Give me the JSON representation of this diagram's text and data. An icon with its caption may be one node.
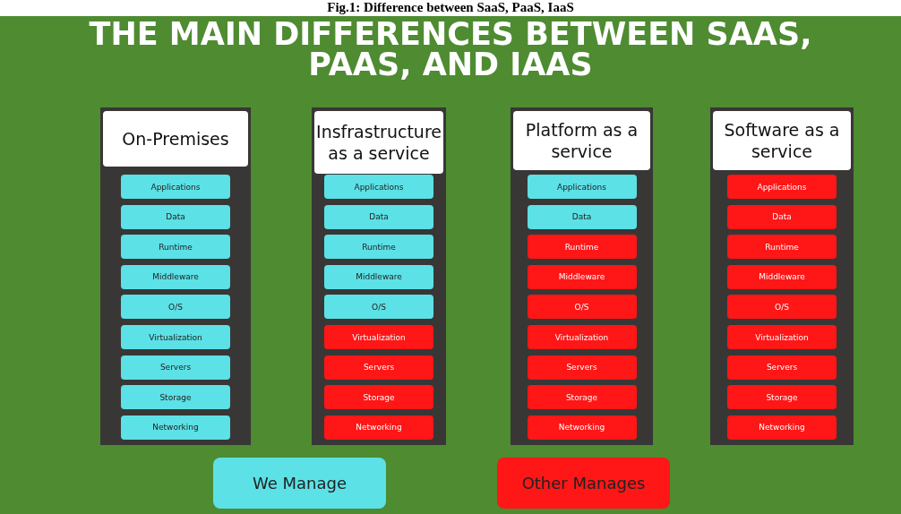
{
  "diagram": {
    "title": "THE MAIN DIFFERENCES BETWEEN SAAS, PAAS, AND IAAS",
    "caption": "Fig.1: Difference between SaaS, PaaS, IaaS",
    "nodes": [
      {
        "text": [
          "On-Premises"
        ]
      },
      {
        "text": [
          "Applications"
        ],
        "in": 0
      },
      {
        "text": [
          "Data"
        ],
        "in": 0
      },
      {
        "text": [
          "Runtime"
        ],
        "in": 0
      },
      {
        "text": [
          "Middleware"
        ],
        "in": 0
      },
      {
        "text": [
          "O/S"
        ],
        "in": 0
      },
      {
        "text": [
          "Virtualization"
        ],
        "in": 0
      },
      {
        "text": [
          "Servers"
        ],
        "in": 0
      },
      {
        "text": [
          "Storage"
        ],
        "in": 0
      },
      {
        "text": [
          "Networking"
        ],
        "in": 0
      },
      {
        "text": [
          "Insfrastructure as a service"
        ]
      },
      {
        "text": [
          "Applications"
        ],
        "in": 10
      },
      {
        "text": [
          "Data"
        ],
        "in": 10
      },
      {
        "text": [
          "Runtime"
        ],
        "in": 10
      },
      {
        "text": [
          "Middleware"
        ],
        "in": 10
      },
      {
        "text": [
          "O/S"
        ],
        "in": 10
      },
      {
        "text": [
          "Virtualization"
        ],
        "in": 10
      },
      {
        "text": [
          "Servers"
        ],
        "in": 10
      },
      {
        "text": [
          "Storage"
        ],
        "in": 10
      },
      {
        "text": [
          "Networking"
        ],
        "in": 10
      },
      {
        "text": [
          "Platform as a service"
        ]
      },
      {
        "text": [
          "Applications"
        ],
        "in": 20
      },
      {
        "text": [
          "Data"
        ],
        "in": 20
      },
      {
        "text": [
          "Runtime"
        ],
        "in": 20
      },
      {
        "text": [
          "Middleware"
        ],
        "in": 20
      },
      {
        "text": [
          "O/S"
        ],
        "in": 20
      },
      {
        "text": [
          "Virtualization"
        ],
        "in": 20
      },
      {
        "text": [
          "Servers"
        ],
        "in": 20
      },
      {
        "text": [
          "Storage"
        ],
        "in": 20
      },
      {
        "text": [
          "Networking"
        ],
        "in": 20
      },
      {
        "text": [
          "Software as a service"
        ]
      },
      {
        "text": [
          "Applications"
        ],
        "in": 30
      },
      {
        "text": [
          "Data"
        ],
        "in": 30
      },
      {
        "text": [
          "Runtime"
        ],
        "in": 30
      },
      {
        "text": [
          "Middleware"
        ],
        "in": 30
      },
      {
        "text": [
          "O/S"
        ],
        "in": 30
      },
      {
        "text": [
          "Virtualization"
        ],
        "in": 30
      },
      {
        "text": [
          "Servers"
        ],
        "in": 30
      },
      {
        "text": [
          "Storage"
        ],
        "in": 30
      },
      {
        "text": [
          "Networking"
        ],
        "in": 30
      }
    ],
    "legend": [
      {
        "text": "We Manage",
        "color": "#5ce1e6"
      },
      {
        "text": "Other Manages",
        "color": "#ff1616"
      }
    ]
  }
}
